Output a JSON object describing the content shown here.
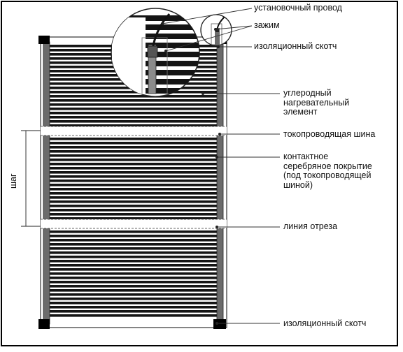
{
  "labels": {
    "install_wire": "установочный провод",
    "clamp": "зажим",
    "insulation_tape_top": "изоляционный скотч",
    "carbon_element": "углеродный\nнагревательный\nэлемент",
    "bus_bar": "токопроводящая шина",
    "silver_coating": "контактное\nсеребряное покрытие\n(под токопроводящей\nшиной)",
    "cut_line": "линия отреза",
    "insulation_tape_bottom": "изоляционный скотч",
    "pitch": "шаг"
  },
  "colors": {
    "stripe": "#141414",
    "bus": "#6b6b6b",
    "line": "#333333",
    "background": "#ffffff"
  },
  "icons": {
    "corner_block": "black-square-icon",
    "wire": "wire-icon",
    "clamp": "clamp-icon",
    "magnifier": "magnifier-circle-icon"
  }
}
